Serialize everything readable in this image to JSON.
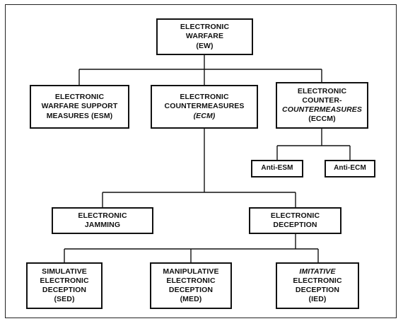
{
  "nodes": {
    "ew": {
      "lines": [
        "ELECTRONIC",
        "WARFARE",
        "(EW)"
      ]
    },
    "esm": {
      "lines": [
        "ELECTRONIC",
        "WARFARE SUPPORT",
        "MEASURES (ESM)"
      ]
    },
    "ecm": {
      "lines": [
        "ELECTRONIC",
        "COUNTERMEASURES",
        "(ECM)"
      ]
    },
    "eccm": {
      "lines": [
        "ELECTRONIC",
        "COUNTER-",
        "COUNTERMEASURES",
        "(ECCM)"
      ]
    },
    "antiesm": {
      "lines": [
        "Anti-ESM"
      ]
    },
    "antiecm": {
      "lines": [
        "Anti-ECM"
      ]
    },
    "jam": {
      "lines": [
        "ELECTRONIC",
        "JAMMING"
      ]
    },
    "dec": {
      "lines": [
        "ELECTRONIC",
        "DECEPTION"
      ]
    },
    "sed": {
      "lines": [
        "SIMULATIVE",
        "ELECTRONIC",
        "DECEPTION",
        "(SED)"
      ]
    },
    "med": {
      "lines": [
        "MANIPULATIVE",
        "ELECTRONIC",
        "DECEPTION",
        "(MED)"
      ]
    },
    "ied": {
      "lines": [
        "IMITATIVE",
        "ELECTRONIC",
        "DECEPTION",
        "(IED)"
      ]
    }
  },
  "edges": [
    [
      "ew",
      "esm"
    ],
    [
      "ew",
      "ecm"
    ],
    [
      "ew",
      "eccm"
    ],
    [
      "ecm",
      "jam"
    ],
    [
      "ecm",
      "dec"
    ],
    [
      "eccm",
      "antiesm"
    ],
    [
      "eccm",
      "antiecm"
    ],
    [
      "dec",
      "sed"
    ],
    [
      "dec",
      "med"
    ],
    [
      "dec",
      "ied"
    ]
  ]
}
